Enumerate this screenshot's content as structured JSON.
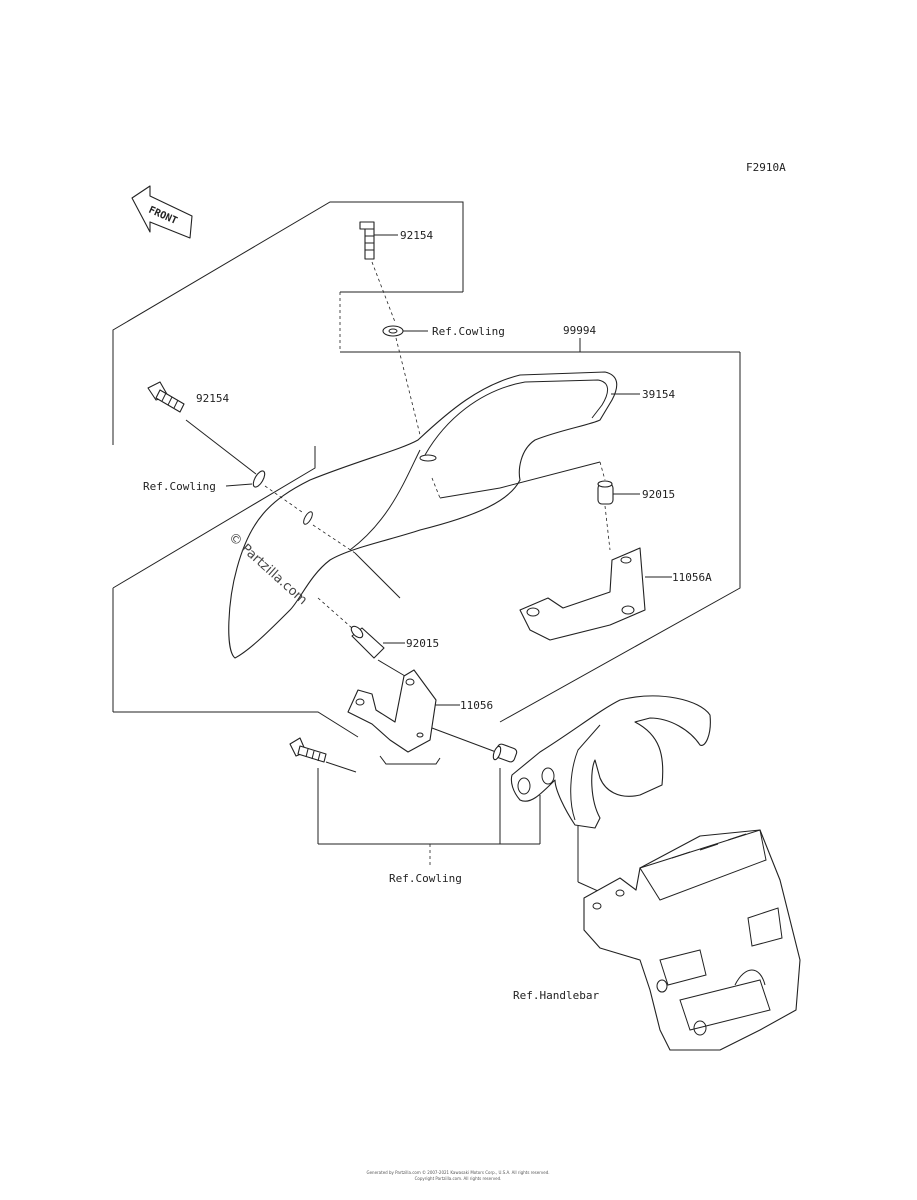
{
  "figure_code": "F2910A",
  "front_arrow_label": "FRONT",
  "watermark": "© Partzilla.com",
  "labels": {
    "bolt_top": "92154",
    "bolt_left": "92154",
    "assembly": "99994",
    "windshield": "39154",
    "collar_right": "92015",
    "collar_left": "92015",
    "bracket_right": "11056A",
    "bracket_left": "11056",
    "ref_cowling_top": "Ref.Cowling",
    "ref_cowling_left": "Ref.Cowling",
    "ref_cowling_bottom": "Ref.Cowling",
    "ref_handlebar": "Ref.Handlebar"
  },
  "footer": {
    "line1": "Generated by Partzilla.com © 2007-2021 Kawasaki Motors Corp., U.S.A. All rights reserved.",
    "line2": "Copyright Partzilla.com. All rights reserved."
  }
}
